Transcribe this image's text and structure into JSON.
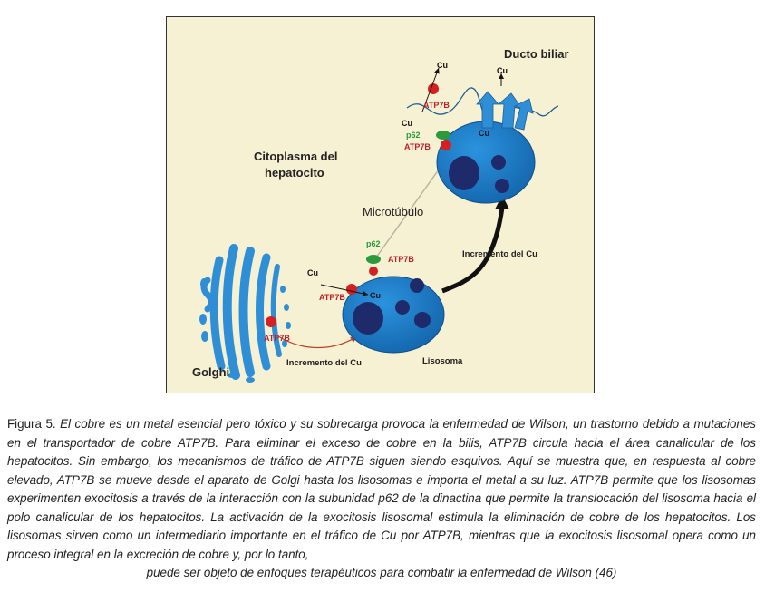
{
  "figure": {
    "labels": {
      "citoplasma_line1": "Citoplasma del",
      "citoplasma_line2": "hepatocito",
      "ducto_biliar": "Ducto biliar",
      "microtubulo": "Microtúbulo",
      "golghi": "Golghi",
      "lisosoma": "Lisosoma",
      "incremento_cu_bottom": "Incremento del Cu",
      "incremento_cu_right": "Incremento del Cu",
      "cu": "Cu",
      "atp7b": "ATP7B",
      "p62": "p62"
    },
    "colors": {
      "background": "#f7f1d3",
      "lysosome": "#1a7cc6",
      "vesicle": "#1f2a6b",
      "atp7b": "#d42020",
      "p62": "#2a9a3a",
      "golgi": "#2f8fd6"
    }
  },
  "caption": {
    "label": "Figura 5.",
    "body": "El cobre es un metal esencial pero tóxico y su sobrecarga provoca la enfermedad de Wilson, un trastorno debido a mutaciones en el transportador de cobre ATP7B. Para eliminar el exceso de cobre en la bilis, ATP7B circula hacia el área canalicular de los hepatocitos. Sin embargo, los mecanismos de tráfico de ATP7B siguen siendo esquivos. Aquí se muestra que, en respuesta al cobre elevado, ATP7B se mueve desde el aparato de Golgi hasta los lisosomas e importa el metal a su luz. ATP7B permite que los lisosomas experimenten exocitosis a través de la interacción con la subunidad p62 de la dinactina que permite la translocación del lisosoma hacia el polo canalicular de los hepatocitos. La activación de la exocitosis lisosomal estimula la eliminación de cobre de los hepatocitos. Los lisosomas sirven como un intermediario importante en el tráfico de Cu por ATP7B, mientras que la exocitosis lisosomal opera como un proceso integral en la excreción de cobre y, por lo tanto,",
    "last_line": "puede ser objeto de enfoques terapéuticos para combatir la enfermedad de Wilson (46)"
  }
}
